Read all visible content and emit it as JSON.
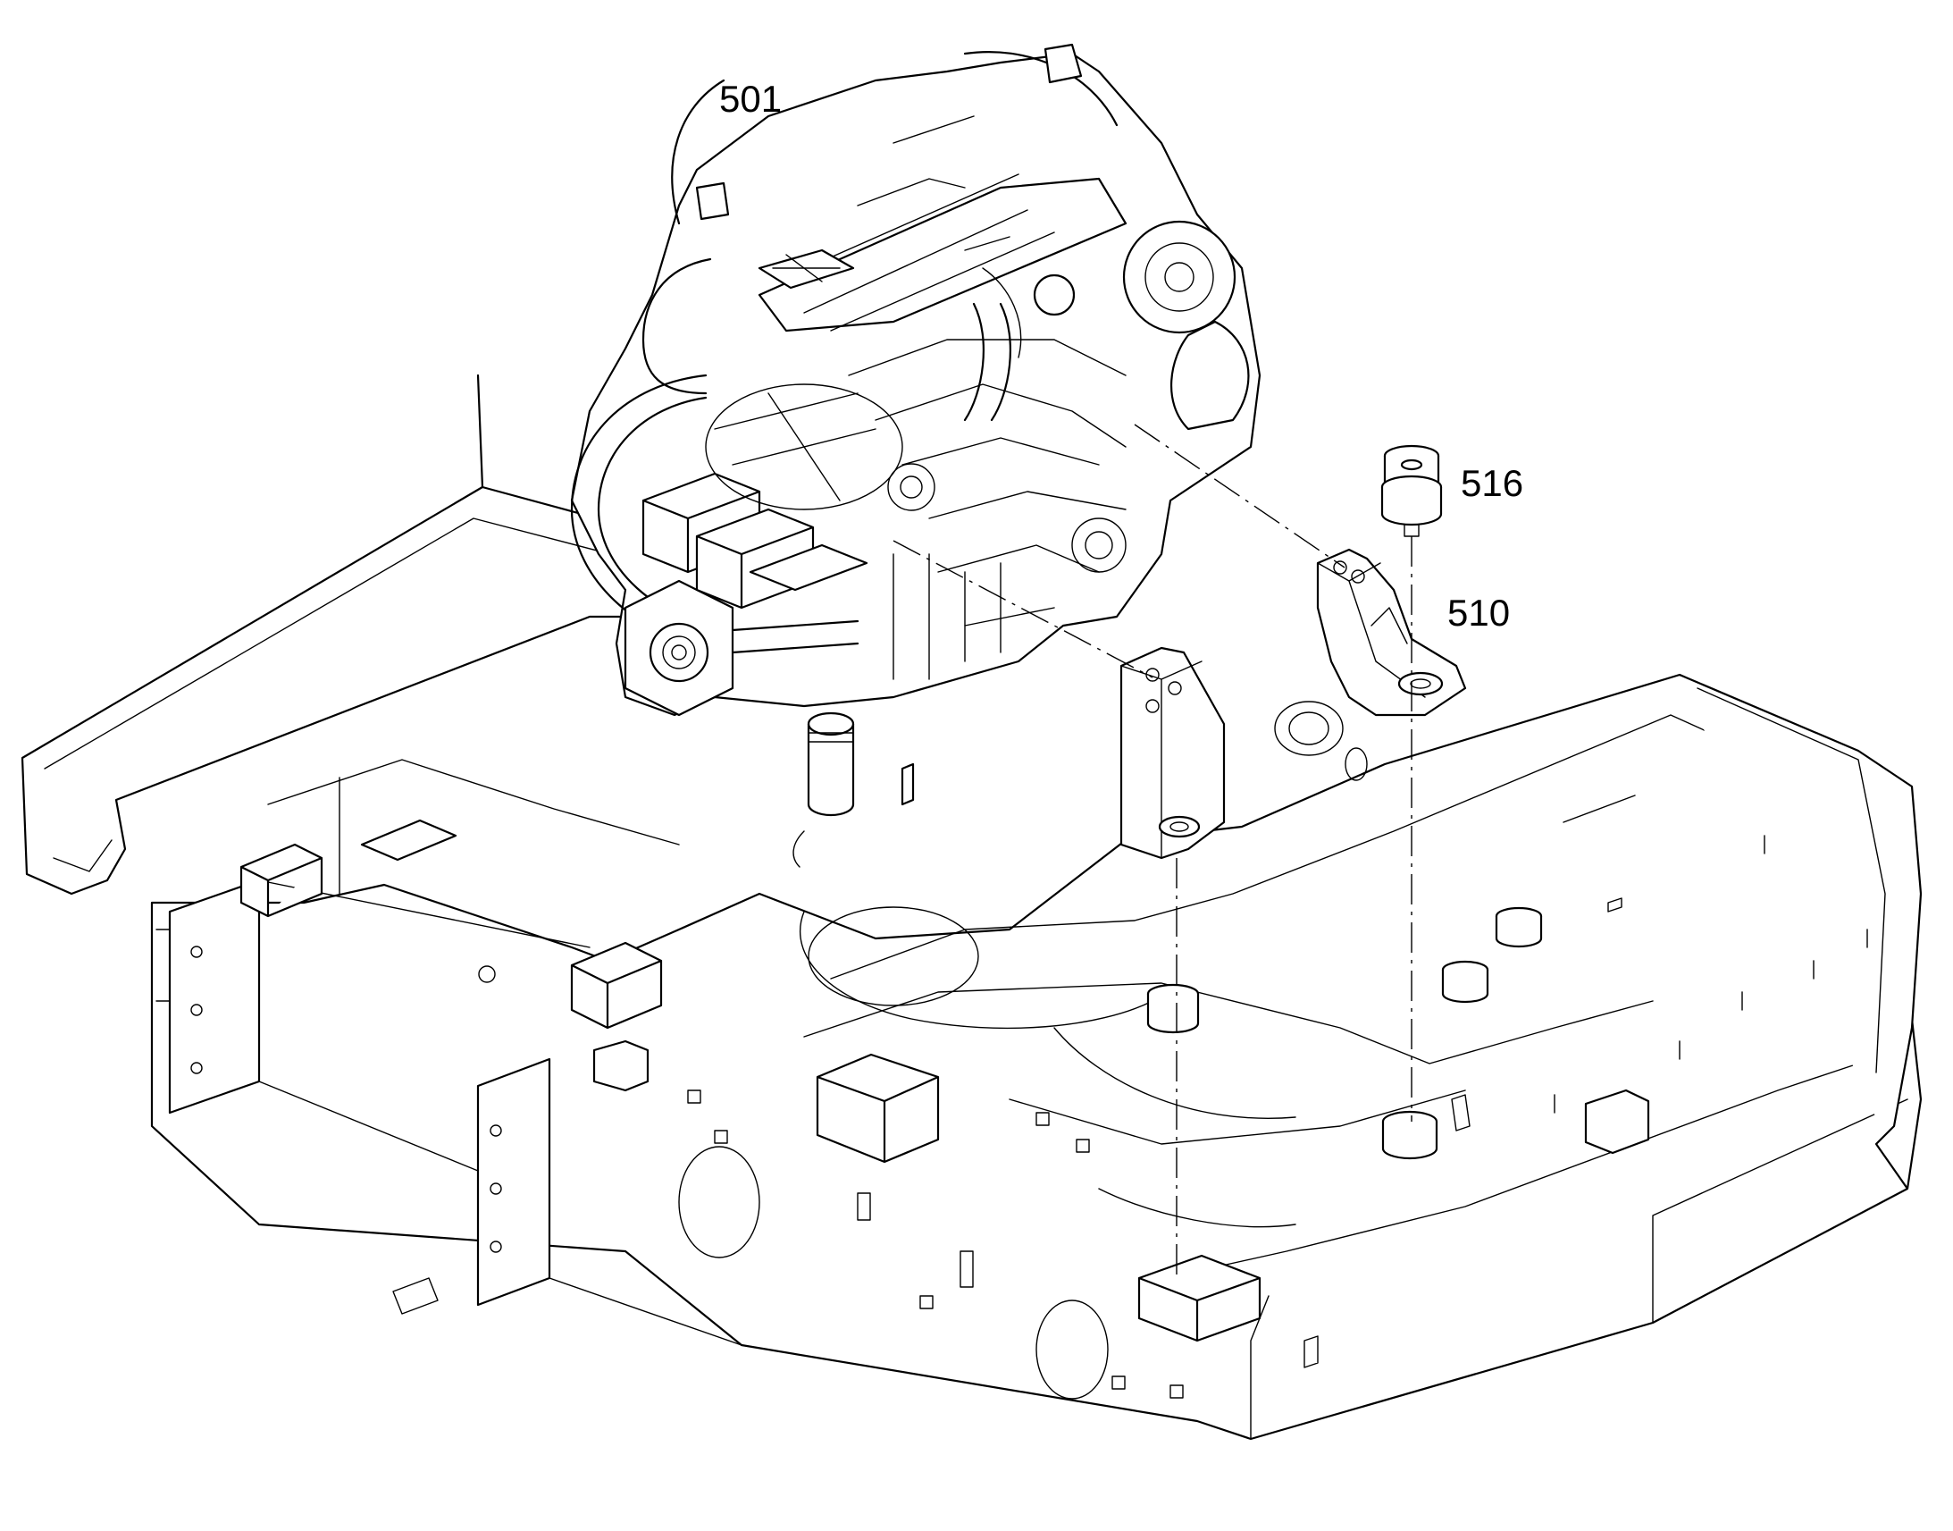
{
  "figure": {
    "callouts": [
      {
        "id": "engine",
        "label": "501"
      },
      {
        "id": "mount-rubber",
        "label": "516"
      },
      {
        "id": "bracket",
        "label": "510"
      }
    ]
  }
}
